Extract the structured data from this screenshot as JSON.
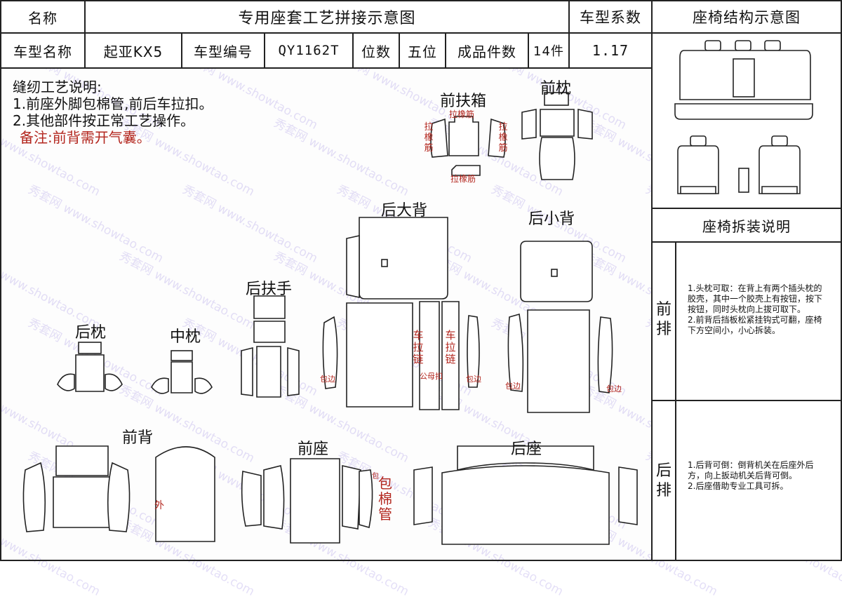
{
  "header": {
    "name_label": "名称",
    "doc_title": "专用座套工艺拼接示意图",
    "coef_label": "车型系数",
    "struct_title": "座椅结构示意图"
  },
  "info_row": {
    "model_name_label": "车型名称",
    "model_name": "起亚KX5",
    "model_code_label": "车型编号",
    "model_code": "QY1162T",
    "seats_label": "位数",
    "seats": "五位",
    "pieces_label": "成品件数",
    "pieces": "14件",
    "coef": "1.17"
  },
  "notes": {
    "title": "缝纫工艺说明:",
    "line1": "1.前座外脚包棉管,前后车拉扣。",
    "line2": "2.其他部件按正常工艺操作。",
    "remark": "备注:前背需开气囊。"
  },
  "sections": {
    "front_armrest": "前扶箱",
    "front_headrest": "前枕",
    "rear_big_back": "后大背",
    "rear_small_back": "后小背",
    "rear_armrest": "后扶手",
    "rear_headrest": "后枕",
    "middle_headrest": "中枕",
    "front_back": "前背",
    "front_seat": "前座",
    "rear_seat": "后座"
  },
  "annotations": {
    "pull_elastic": "拉橡筋",
    "pull_elastic_vertical": "拉橡筋",
    "pull_zipper": "车拉链",
    "binding": "包边",
    "outer": "外",
    "cotton_tube": "包棉管",
    "bao": "包",
    "mother_buckle": "公母扣"
  },
  "side_panel": {
    "disassembly_title": "座椅拆装说明",
    "front_row_label": "前排",
    "front_row_text": "1.头枕可取：在背上有两个插头枕的胶壳，其中一个胶壳上有按钮，按下按钮，同时头枕向上拔可取下。\n2.前背后挡板松紧挂钩式可翻，座椅下方空间小，小心拆装。",
    "rear_row_label": "后排",
    "rear_row_text": "1.后背可倒：倒背机关在后座外后方，向上扳动机关后背可倒。\n2.后座借助专业工具可拆。"
  },
  "watermark": {
    "text_cn": "秀套网",
    "text_url": "www.showtao.com"
  }
}
